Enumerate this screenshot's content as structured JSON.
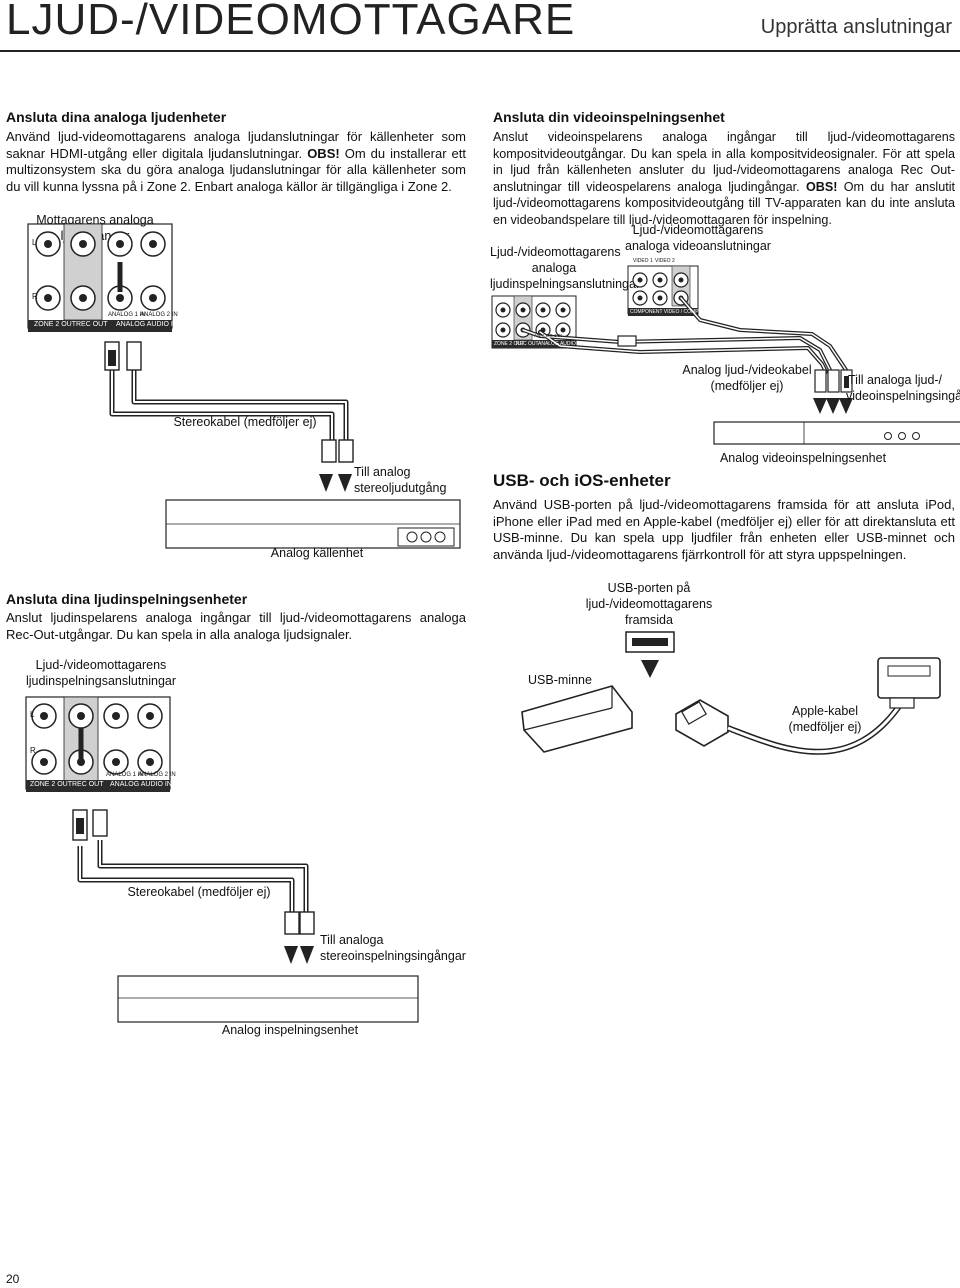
{
  "header": {
    "title": "LJUD-/VIDEOMOTTAGARE",
    "subtitle": "Upprätta anslutningar"
  },
  "left": {
    "section1": {
      "heading": "Ansluta dina analoga ljudenheter",
      "text_a": "Använd ljud-videomottagarens analoga ljudanslutningar för källenheter som saknar HDMI-utgång eller digitala ljudanslutningar. ",
      "obs": "OBS!",
      "text_b": " Om du installerar ett multizonsystem ska du göra analoga ljudanslutningar för alla källenheter som du vill kunna lyssna på i Zone 2. Enbart analoga källor är tillgängliga i Zone 2."
    },
    "diagram1": {
      "receiver_label_1": "Mottagarens analoga",
      "receiver_label_2": "ljudutgångar",
      "jack_l": "L",
      "jack_r": "R",
      "panel_labels": [
        "ZONE 2 OUT",
        "REC OUT",
        "ANALOG 1 IN",
        "ANALOG 2 IN",
        "ANALOG AUDIO IN"
      ],
      "cable_label": "Stereokabel (medföljer ej)",
      "to_label_1": "Till analog",
      "to_label_2": "stereoljudutgång",
      "device_label": "Analog källenhet"
    },
    "section2": {
      "heading": "Ansluta dina ljudinspelningsenheter",
      "text": "Anslut ljudinspelarens analoga ingångar till ljud-/videomottagarens analoga Rec-Out-utgångar. Du kan spela in alla analoga ljudsignaler."
    },
    "diagram2": {
      "receiver_label_1": "Ljud-/videomottagarens",
      "receiver_label_2": "ljudinspelningsanslutningar",
      "jack_l": "L",
      "jack_r": "R",
      "panel_labels": [
        "ZONE 2 OUT",
        "REC OUT",
        "ANALOG 1 IN",
        "ANALOG 2 IN",
        "ANALOG AUDIO IN"
      ],
      "cable_label": "Stereokabel (medföljer ej)",
      "to_label_1": "Till analoga",
      "to_label_2": "stereoinspelningsingångar",
      "device_label": "Analog inspelningsenhet"
    }
  },
  "right": {
    "section1": {
      "heading": "Ansluta din videoinspelningsenhet",
      "text_a": "Anslut videoinspelarens analoga ingångar till ljud-/videomottagarens kompositvideoutgångar. Du kan spela in alla kompositvideosignaler. För att spela in ljud från källenheten ansluter du ljud-/videomottagarens analoga Rec Out-anslutningar till videospelarens analoga ljudingångar. ",
      "obs": "OBS!",
      "text_b": " Om du har anslutit ljud-/videomottagarens kompositvideoutgång till TV-apparaten kan du inte ansluta en videobandspelare till ljud-/videomottagaren för inspelning."
    },
    "diagram3": {
      "audio_label_1": "Ljud-/videomottagarens",
      "audio_label_2": "analoga",
      "audio_label_3": "ljudinspelningsanslutningar",
      "video_label_1": "Ljud-/videomottagarens",
      "video_label_2": "analoga videoanslutningar",
      "panel_labels": [
        "VIDEO 1",
        "VIDEO 2",
        "COMPONENT VIDEO / COMPOSITE",
        "ZONE 2 OUT",
        "REC OUT",
        "ANALOG 1 IN",
        "ANALOG AUDIO IN"
      ],
      "cable_label_1": "Analog ljud-/videokabel",
      "cable_label_2": "(medföljer ej)",
      "to_label_1": "Till analoga ljud-/",
      "to_label_2": "videoinspelningsingångar",
      "device_label": "Analog videoinspelningsenhet"
    },
    "section2": {
      "heading": "USB- och iOS-enheter",
      "text": "Använd USB-porten på ljud-/videomottagarens framsida för att ansluta iPod, iPhone eller iPad med en Apple-kabel (medföljer ej) eller för att direktansluta ett USB-minne. Du kan spela upp ljudfiler från enheten eller USB-minnet och använda ljud-/videomottagarens fjärrkontroll för att styra uppspelningen."
    },
    "diagram4": {
      "port_label_1": "USB-porten på",
      "port_label_2": "ljud-/videomottagarens",
      "port_label_3": "framsida",
      "usb_label": "USB-minne",
      "apple_label_1": "Apple-kabel",
      "apple_label_2": "(medföljer ej)"
    }
  },
  "footer": {
    "page_number": "20"
  },
  "colors": {
    "ink": "#1a1a1a",
    "panel": "#2b2b2b",
    "rule": "#222222"
  }
}
